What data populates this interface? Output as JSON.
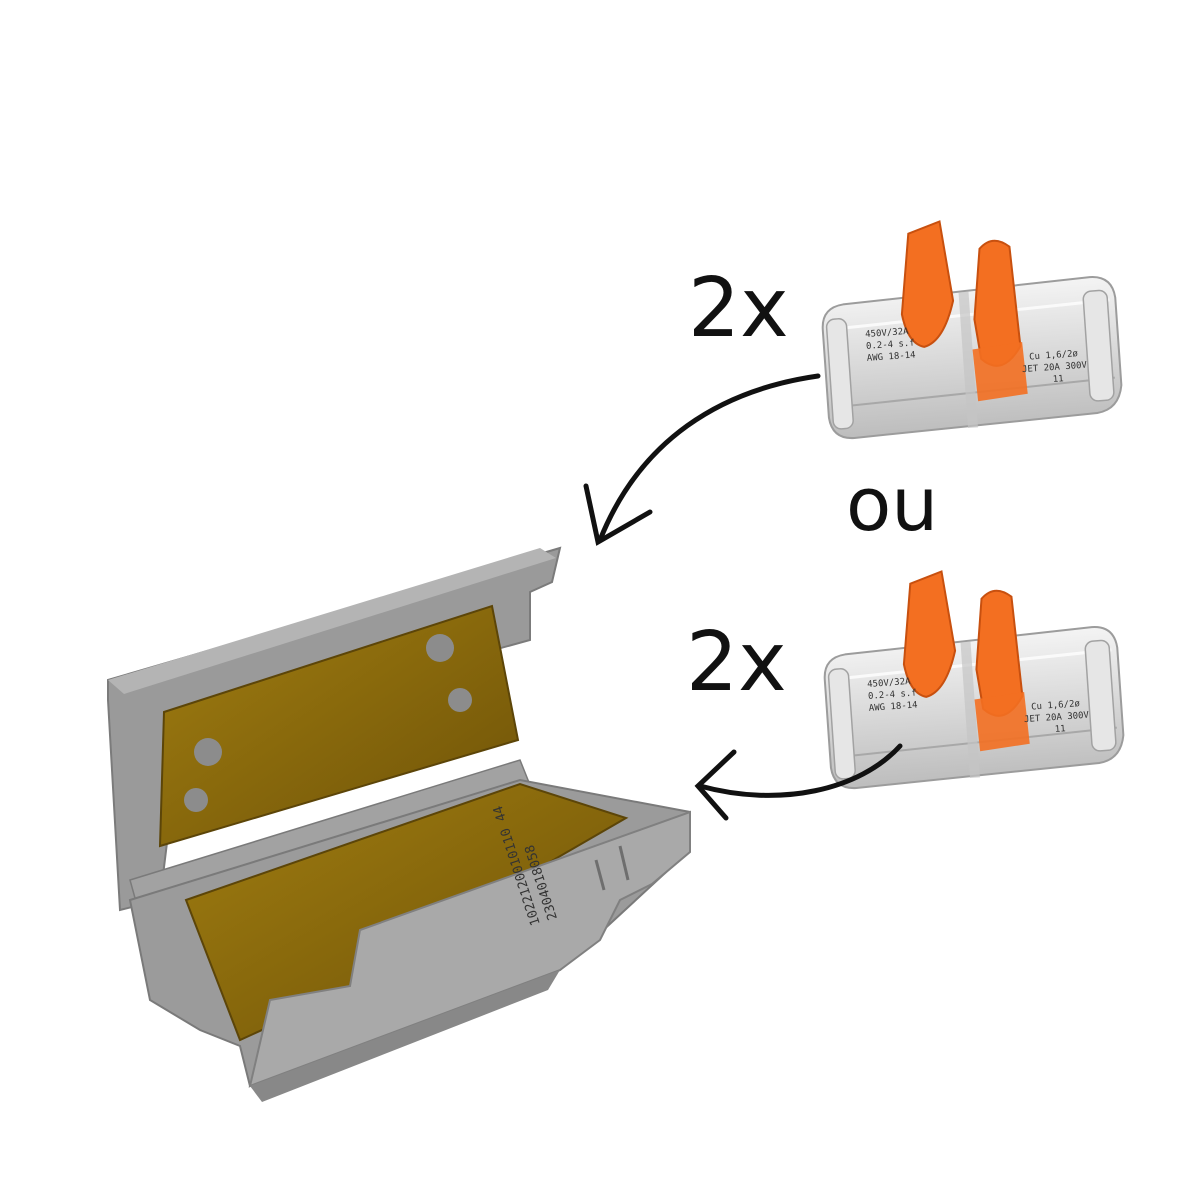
{
  "quantity_top": "2x",
  "separator": "ou",
  "quantity_bottom": "2x",
  "connector_print": {
    "left_line1": "450V/32A",
    "left_line2": "0.2-4 s.f",
    "left_line3": "AWG 18-14",
    "right_line1": "Cu 1,6/2ø",
    "right_line2": "JET 20A 300V",
    "right_line3": "11"
  },
  "box_print": {
    "line1": "1022120010110 44",
    "line2": "2304018058"
  },
  "colors": {
    "lever_orange": "#f36f21",
    "box_grey": "#9a9a9a",
    "gel_amber": "#8a6a10",
    "arrow": "#111111"
  }
}
